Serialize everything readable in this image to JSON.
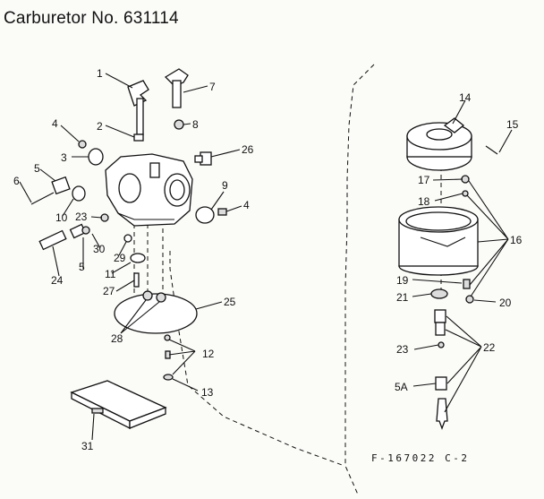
{
  "title": "Carburetor No. 631114",
  "diagram_code": "F-167022 C-2",
  "callouts": [
    {
      "label": "1"
    },
    {
      "label": "7"
    },
    {
      "label": "2"
    },
    {
      "label": "8"
    },
    {
      "label": "4"
    },
    {
      "label": "3"
    },
    {
      "label": "26"
    },
    {
      "label": "5"
    },
    {
      "label": "6"
    },
    {
      "label": "10"
    },
    {
      "label": "23"
    },
    {
      "label": "9"
    },
    {
      "label": "4"
    },
    {
      "label": "30"
    },
    {
      "label": "5"
    },
    {
      "label": "29"
    },
    {
      "label": "24"
    },
    {
      "label": "11"
    },
    {
      "label": "27"
    },
    {
      "label": "25"
    },
    {
      "label": "28"
    },
    {
      "label": "12"
    },
    {
      "label": "13"
    },
    {
      "label": "31"
    },
    {
      "label": "14"
    },
    {
      "label": "15"
    },
    {
      "label": "17"
    },
    {
      "label": "18"
    },
    {
      "label": "16"
    },
    {
      "label": "19"
    },
    {
      "label": "21"
    },
    {
      "label": "20"
    },
    {
      "label": "23"
    },
    {
      "label": "22"
    },
    {
      "label": "5A"
    }
  ]
}
